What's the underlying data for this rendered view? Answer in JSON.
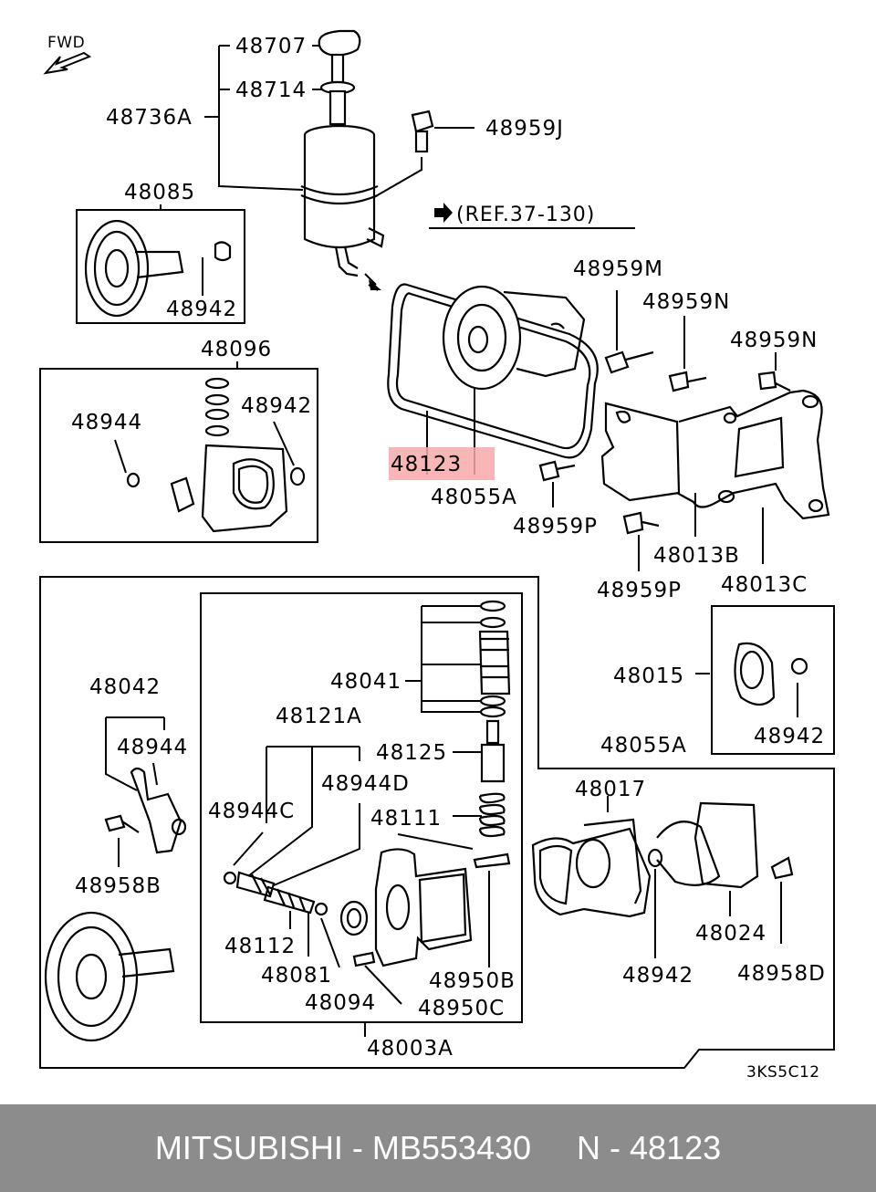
{
  "diagram": {
    "fwd_label": "FWD",
    "ref_label": "(REF.37-130)",
    "code": "3KS5C12",
    "labels": {
      "p48707": "48707",
      "p48714": "48714",
      "p48736A": "48736A",
      "p48959J": "48959J",
      "p48085": "48085",
      "p48942a": "48942",
      "p48096": "48096",
      "p48944a": "48944",
      "p48942b": "48942",
      "p48959M": "48959M",
      "p48959N1": "48959N",
      "p48959N2": "48959N",
      "p48123": "48123",
      "p48055A1": "48055A",
      "p48959P1": "48959P",
      "p48013B": "48013B",
      "p48959P2": "48959P",
      "p48013C": "48013C",
      "p48015": "48015",
      "p48942c": "48942",
      "p48041": "48041",
      "p48121A": "48121A",
      "p48125": "48125",
      "p48055A2": "48055A",
      "p48042": "48042",
      "p48944b": "48944",
      "p48944D": "48944D",
      "p48017": "48017",
      "p48944C": "48944C",
      "p48111": "48111",
      "p48958B": "48958B",
      "p48024": "48024",
      "p48112": "48112",
      "p48942d": "48942",
      "p48958D": "48958D",
      "p48081": "48081",
      "p48950B": "48950B",
      "p48094": "48094",
      "p48950C": "48950C",
      "p48003A": "48003A"
    },
    "highlight_color": "#f7a9a9"
  },
  "footer": {
    "brand": "MITSUBISHI",
    "sep1": " - ",
    "part_number": "MB553430",
    "gap": "     ",
    "ref_prefix": "N",
    "sep2": " - ",
    "ref_number": "48123"
  }
}
